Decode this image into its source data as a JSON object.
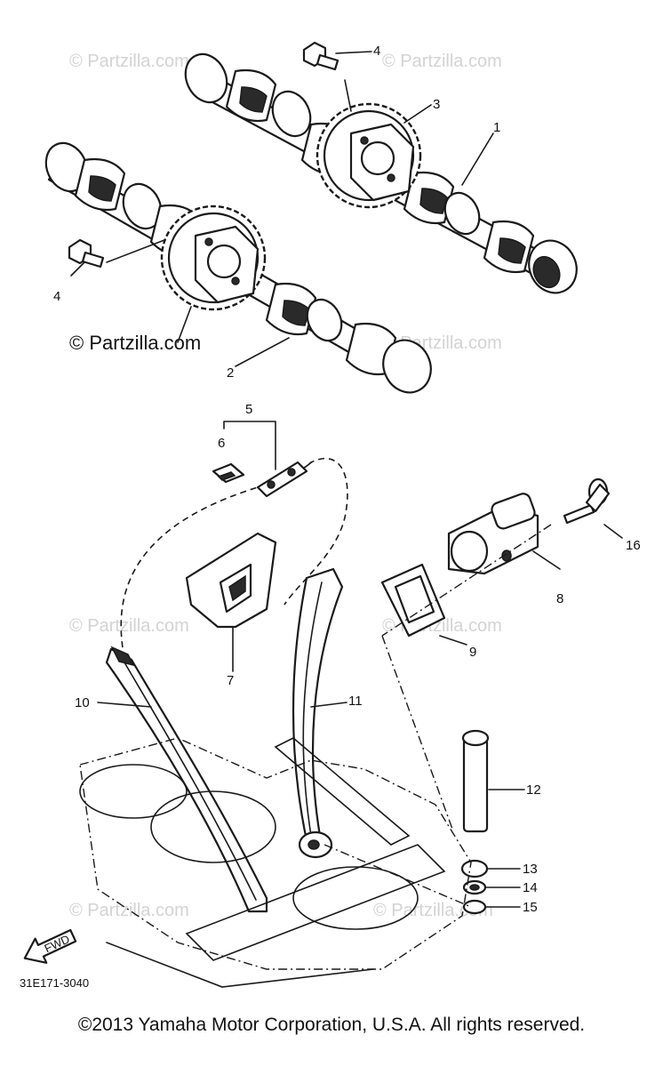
{
  "watermarks": [
    "© Partzilla.com",
    "© Partzilla.com",
    "© Partzilla.com",
    "© Partzilla.com",
    "© Partzilla.com",
    "© Partzilla.com",
    "© Partzilla.com",
    "© Partzilla.com"
  ],
  "watermark_prominent": "© Partzilla.com",
  "callouts": {
    "p1": "1",
    "p2": "2",
    "p3": "3",
    "p4a": "4",
    "p4b": "4",
    "p5": "5",
    "p6": "6",
    "p7": "7",
    "p8": "8",
    "p9": "9",
    "p10": "10",
    "p11": "11",
    "p12": "12",
    "p13": "13",
    "p14": "14",
    "p15": "15",
    "p16": "16"
  },
  "fwd_label": "FWD",
  "diagram_code": "31E171-3040",
  "copyright": "©2013 Yamaha Motor Corporation, U.S.A. All rights reserved."
}
